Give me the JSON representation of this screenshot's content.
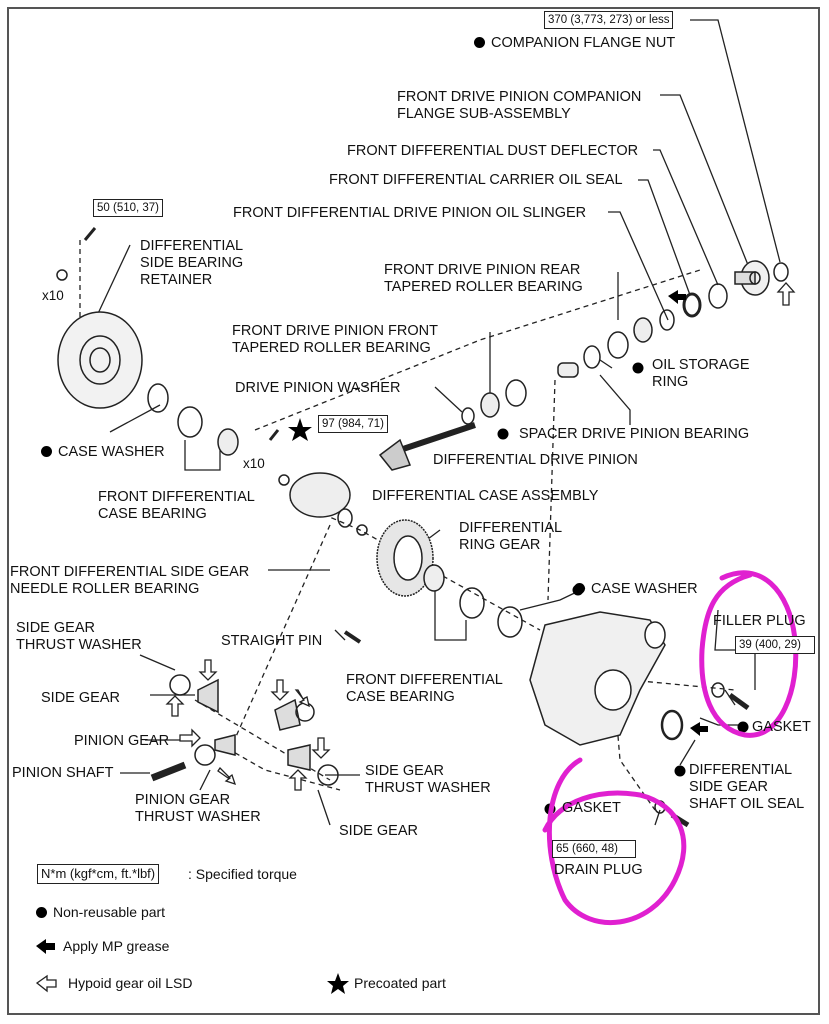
{
  "torque": {
    "companion_nut": "370 (3,773, 273) or less",
    "retainer_bolt": "50 (510, 37)",
    "ring_gear_bolt": "97 (984, 71)",
    "filler_plug": "39 (400, 29)",
    "drain_plug": "65 (660, 48)"
  },
  "labels": {
    "companion_flange_nut": "COMPANION FLANGE NUT",
    "companion_flange": "FRONT DRIVE PINION COMPANION\nFLANGE SUB-ASSEMBLY",
    "dust_deflector": "FRONT DIFFERENTIAL DUST DEFLECTOR",
    "carrier_oil_seal": "FRONT DIFFERENTIAL CARRIER OIL SEAL",
    "oil_slinger": "FRONT DIFFERENTIAL DRIVE PINION OIL SLINGER",
    "rear_bearing": "FRONT DRIVE PINION REAR\nTAPERED ROLLER BEARING",
    "front_bearing": "FRONT DRIVE PINION FRONT\nTAPERED ROLLER BEARING",
    "oil_storage_ring": "OIL STORAGE\nRING",
    "drive_pinion_washer": "DRIVE PINION WASHER",
    "spacer": "SPACER DRIVE PINION BEARING",
    "drive_pinion": "DIFFERENTIAL DRIVE PINION",
    "side_bearing_retainer": "DIFFERENTIAL\nSIDE BEARING\nRETAINER",
    "x10_a": "x10",
    "x10_b": "x10",
    "case_washer_left": "CASE WASHER",
    "case_bearing_left": "FRONT DIFFERENTIAL\nCASE BEARING",
    "case_assembly": "DIFFERENTIAL CASE ASSEMBLY",
    "ring_gear": "DIFFERENTIAL\nRING GEAR",
    "needle_bearing": "FRONT DIFFERENTIAL SIDE GEAR\nNEEDLE ROLLER BEARING",
    "case_washer_right": "CASE WASHER",
    "side_thrust_washer_left": "SIDE GEAR\nTHRUST WASHER",
    "straight_pin": "STRAIGHT PIN",
    "filler_plug": "FILLER PLUG",
    "side_gear_left": "SIDE GEAR",
    "case_bearing_right": "FRONT DIFFERENTIAL\nCASE BEARING",
    "gasket_filler": "GASKET",
    "pinion_gear": "PINION GEAR",
    "pinion_shaft": "PINION SHAFT",
    "side_thrust_washer_right": "SIDE GEAR\nTHRUST WASHER",
    "side_gear_oil_seal": "DIFFERENTIAL\nSIDE GEAR\nSHAFT OIL SEAL",
    "pinion_gear_thrust_washer": "PINION GEAR\nTHRUST WASHER",
    "side_gear_right": "SIDE GEAR",
    "gasket_drain": "GASKET",
    "drain_plug": "DRAIN PLUG"
  },
  "legend": {
    "torque_box": "N*m (kgf*cm, ft.*lbf)",
    "torque_text": ": Specified torque",
    "non_reusable": "Non-reusable part",
    "mp_grease": "Apply MP grease",
    "hypoid": "Hypoid gear oil LSD",
    "precoated": "Precoated part"
  },
  "colors": {
    "annotation": "#e020d0",
    "line": "#222222"
  },
  "icons": [
    "non-reusable-dot",
    "mp-grease-arrow",
    "hypoid-oil-arrow",
    "precoated-star"
  ]
}
